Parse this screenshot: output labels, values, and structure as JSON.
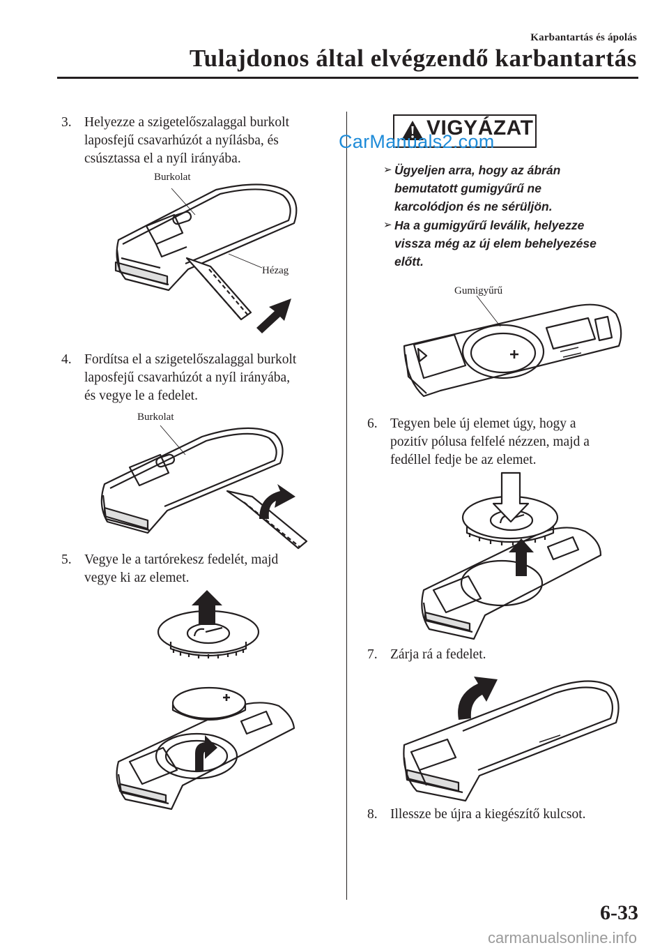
{
  "header": {
    "section": "Karbantartás és ápolás",
    "title": "Tulajdonos által elvégzendő karbantartás"
  },
  "watermark": "CarManuals2.com",
  "steps": [
    {
      "num": "3.",
      "lines": [
        "Helyezze a szigetelőszalaggal burkolt",
        "laposfejű csavarhúzót a nyílásba, és",
        "csúsztassa el a nyíl irányába."
      ]
    },
    {
      "num": "4.",
      "lines": [
        "Fordítsa el a szigetelőszalaggal burkolt",
        "laposfejű csavarhúzót a nyíl irányába,",
        "és vegye le a fedelet."
      ]
    },
    {
      "num": "5.",
      "lines": [
        "Vegye le a tartórekesz fedelét, majd",
        "vegye ki az elemet."
      ]
    },
    {
      "num": "6.",
      "lines": [
        "Tegyen bele új elemet úgy, hogy a",
        "pozitív pólusa felfelé nézzen, majd a",
        "fedéllel fedje be az elemet."
      ]
    },
    {
      "num": "7.",
      "lines": [
        "Zárja rá a fedelet."
      ]
    },
    {
      "num": "8.",
      "lines": [
        "Illessze be újra a kiegészítő kulcsot."
      ]
    }
  ],
  "labels": {
    "fig3_cover": "Burkolat",
    "fig3_gap": "Hézag",
    "fig4_cover": "Burkolat",
    "fig_caution_ring": "Gumigyűrű"
  },
  "caution": {
    "heading": "VIGYÁZAT",
    "items": [
      {
        "lines": [
          "Ügyeljen arra, hogy az ábrán",
          "bemutatott gumigyűrű ne",
          "karcolódjon és ne sérüljön."
        ]
      },
      {
        "lines": [
          "Ha a gumigyűrű leválik, helyezze",
          "vissza még az új elem behelyezése",
          "előtt."
        ]
      }
    ]
  },
  "page_number": "6-33",
  "footer_watermark": "carmanualsonline.info"
}
